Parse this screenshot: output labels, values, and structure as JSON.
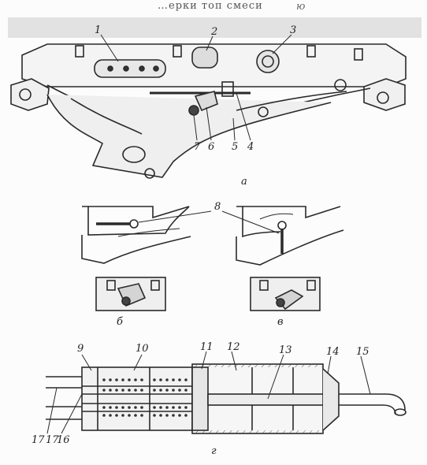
{
  "header_fragment": "…ерки топ смеси",
  "header_mark": "ю",
  "view_labels": {
    "a": "а",
    "b": "б",
    "v": "в",
    "g": "г"
  },
  "part_numbers": [
    "1",
    "2",
    "3",
    "4",
    "5",
    "6",
    "7",
    "8",
    "9",
    "10",
    "11",
    "12",
    "13",
    "14",
    "15",
    "16",
    "17",
    "17"
  ],
  "colors": {
    "line": "#2a2a2a",
    "paper": "#fcfcfc",
    "shade": "#d9d9d9"
  }
}
